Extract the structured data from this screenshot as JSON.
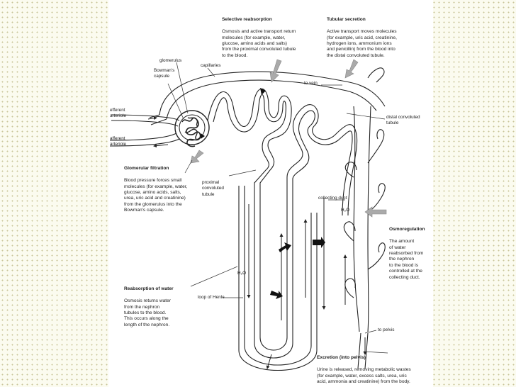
{
  "labels": {
    "selective_reabsorption": {
      "title": "Selective reabsorption",
      "body": "Osmosis and active transport return\nmolecules (for example, water,\nglucose, amino acids and salts)\nfrom the proximal convoluted tubule\nto the blood."
    },
    "tubular_secretion": {
      "title": "Tubular secretion",
      "body": "Active transport moves molecules\n(for example, uric acid, creatinine,\nhydrogen ions, ammonium ions\nand penicillin) from the blood into\nthe distal convoluted tubule."
    },
    "glomerulus": "glomerulus",
    "bowmans_capsule": "Bowman's\ncapsule",
    "capillaries": "capillaries",
    "to_vein": "to vein",
    "efferent_arteriole": "efferent\narteriole",
    "afferent_arteriole": "afferent\narteriole",
    "distal_convoluted_tubule": "distal convoluted\ntubule",
    "glomerular_filtration": {
      "title": "Glomerular filtration",
      "body": "Blood pressure forces small\nmolecules (for example, water,\nglucose, amino acids, salts,\nurea, uric acid and creatinine)\nfrom the glomerulus into the\nBowman's capsule."
    },
    "proximal_convoluted_tubule": "proximal\nconvoluted\ntubule",
    "collecting_duct": "collecting duct",
    "h2o_duct": "H₂O",
    "osmoregulation": {
      "title": "Osmoregulation",
      "body": "The amount\nof water\nreabsorbed from\nthe nephron\nto the blood is\ncontrolled at the\ncollecting duct."
    },
    "h2o_loop": "H₂O",
    "reabsorption_of_water": {
      "title": "Reabsorption of water",
      "body": "Osmosis returns water\nfrom the nephron\ntubules to the blood.\nThis occurs along the\nlength of the nephron."
    },
    "loop_of_henle": "loop of Henle",
    "to_pelvis": "to pelvis",
    "excretion": {
      "title": "Excretion (into pelvis)",
      "body": "Urine is released, removing metabolic wastes\n(for example, water, excess salts, urea, uric\nacid, ammonia and creatinine) from the body."
    }
  }
}
